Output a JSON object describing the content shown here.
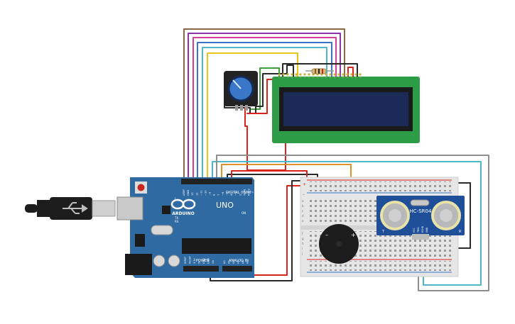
{
  "board": {
    "brand": "ARDUINO",
    "model": "UNO",
    "logo": "infinity-logo",
    "header_digital": "DIGITAL (PWM~)",
    "header_power": "POWER",
    "header_analog": "ANALOG IN",
    "pins_digital": [
      "AREF",
      "GND",
      "13",
      "12",
      "~11",
      "~10",
      "~9",
      "8",
      "7",
      "~6",
      "~5",
      "4",
      "~3",
      "2",
      "TX→1",
      "RX←0"
    ],
    "pins_power": [
      "IOREF",
      "RESET",
      "3.3V",
      "5V",
      "GND",
      "GND",
      "Vin"
    ],
    "pins_analog": [
      "A0",
      "A1",
      "A2",
      "A3",
      "A4",
      "A5"
    ],
    "label_l": "L",
    "label_tx": "TX",
    "label_rx": "RX",
    "label_on": "ON",
    "color": "#2f6aa3"
  },
  "sensor": {
    "label": "HC-SR04",
    "pins": [
      "VCC",
      "TRIG",
      "ECHO",
      "GND"
    ],
    "label_t": "T",
    "label_r": "R",
    "color": "#1f4f99"
  },
  "buzzer": {
    "plus": "+",
    "minus": "–"
  },
  "breadboard": {
    "rail_plus": "+",
    "rail_minus": "–",
    "rows": [
      "a",
      "b",
      "c",
      "d",
      "e",
      "f",
      "g",
      "h",
      "i",
      "j"
    ]
  },
  "lcd": {
    "color": "#2d9c47",
    "screen_color": "#1b2a57"
  },
  "usb": {
    "icon": "usb-icon"
  },
  "wire_colors": {
    "red": "#d8241c",
    "black": "#2a2a2a",
    "orange": "#e4902a",
    "yellow": "#e8c51b",
    "teal": "#4fb7c7",
    "blue": "#3b73c9",
    "purple": "#8c35a8",
    "pink": "#d43f9a",
    "brown": "#8a6a45",
    "green": "#3aa13b",
    "gray": "#8e8e8e"
  }
}
